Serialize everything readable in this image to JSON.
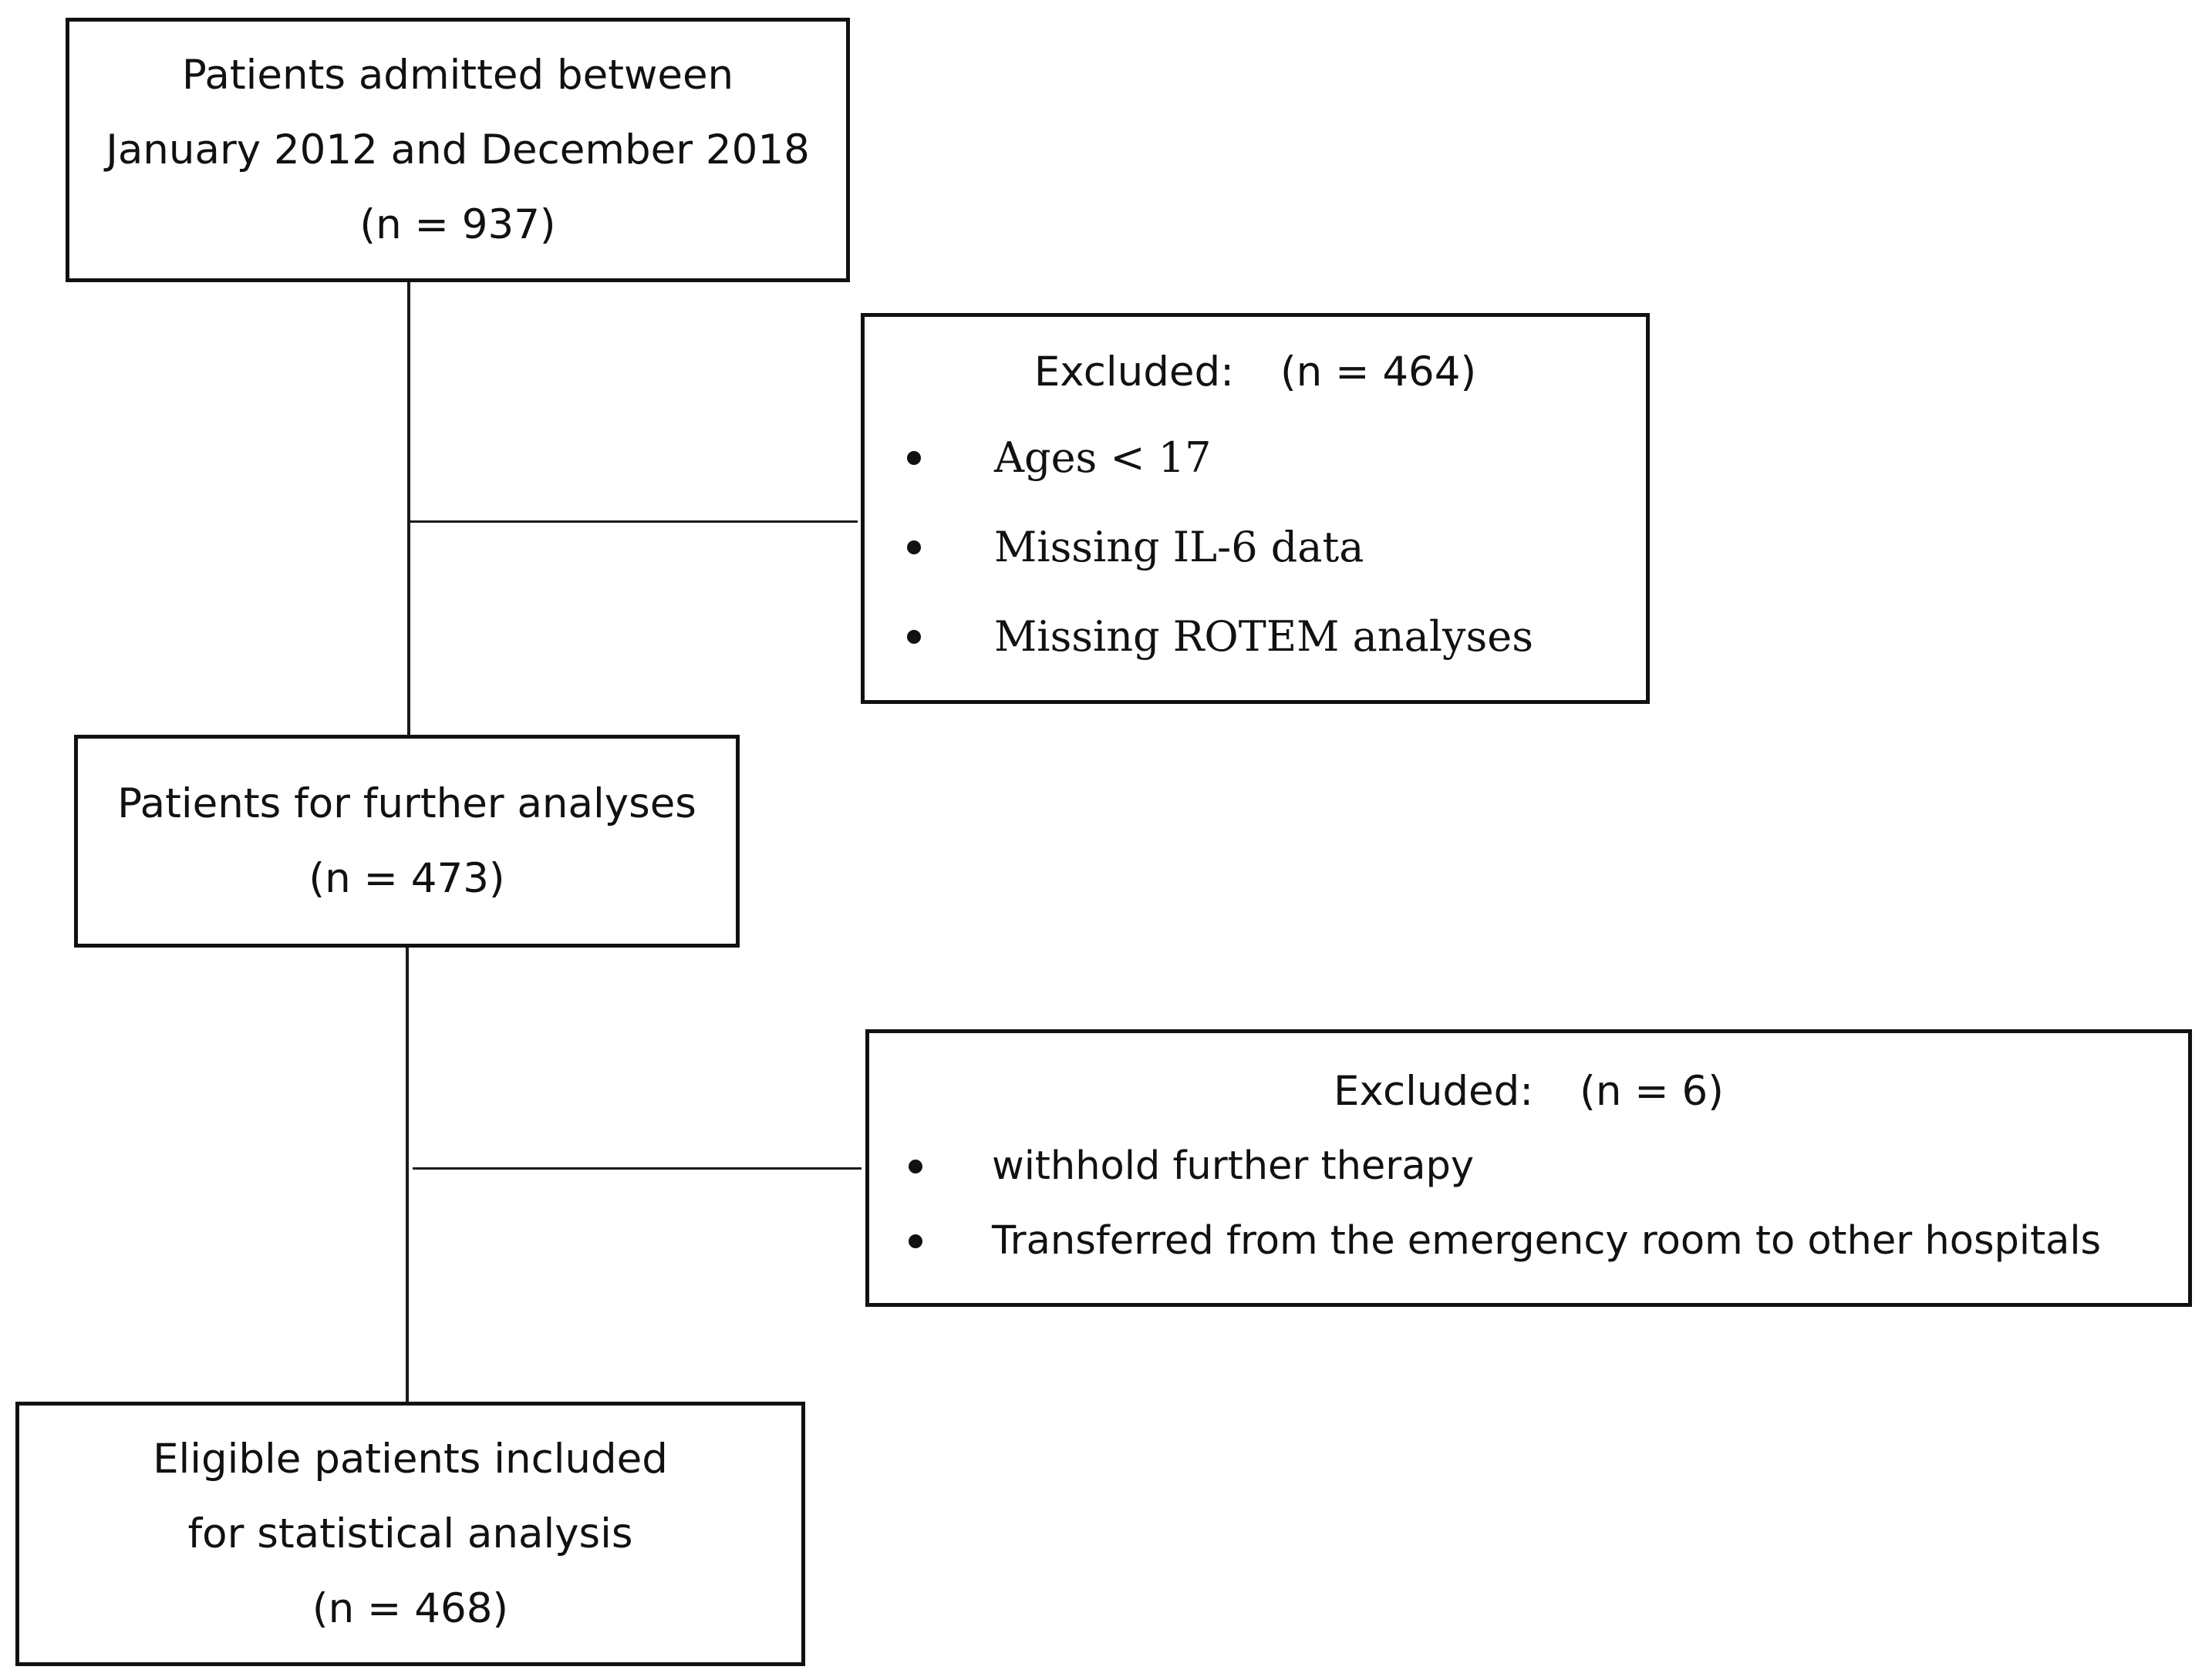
{
  "flow": {
    "admitted": {
      "line1": "Patients admitted between",
      "line2": "January 2012 and December 2018",
      "count": "(n = 937)"
    },
    "exclusion1": {
      "title": "Excluded:",
      "count": "(n = 464)",
      "items": [
        "Ages < 17",
        "Missing IL-6 data",
        "Missing ROTEM analyses"
      ]
    },
    "further": {
      "line1": "Patients for further analyses",
      "count": "(n = 473)"
    },
    "exclusion2": {
      "title": "Excluded:",
      "count": "(n = 6)",
      "items": [
        "withhold further therapy",
        "Transferred from the emergency room to other hospitals"
      ]
    },
    "eligible": {
      "line1": "Eligible patients included",
      "line2": "for statistical analysis",
      "count": "(n = 468)"
    }
  }
}
